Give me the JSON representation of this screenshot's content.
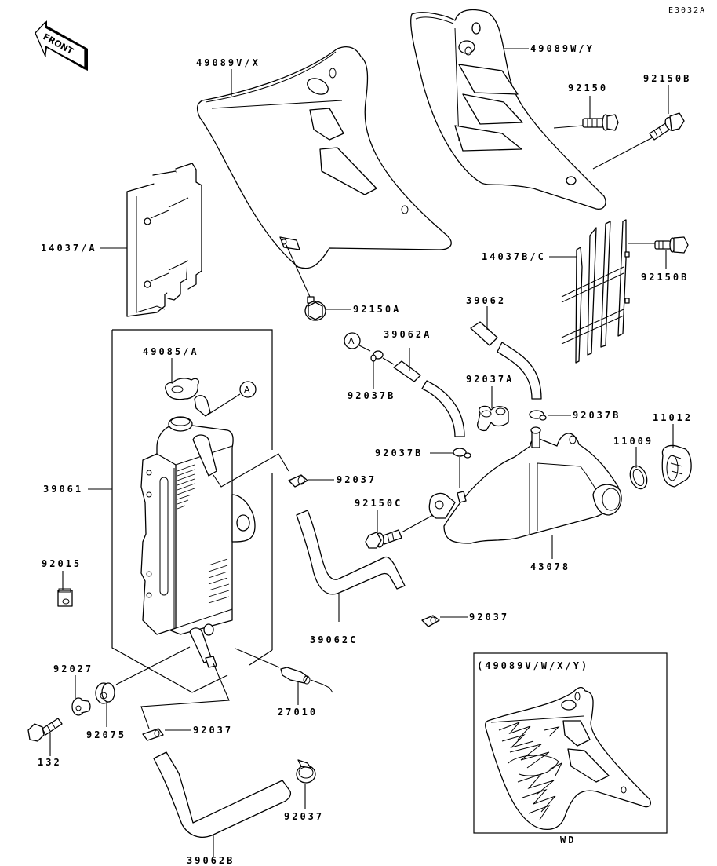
{
  "diagram": {
    "code": "E3032A",
    "front_indicator": "FRONT",
    "reference_marker": "A",
    "inset": {
      "title": "(49089V/W/X/Y)",
      "caption": "WD"
    },
    "parts": [
      {
        "id": "49089V/X",
        "name": "shroud-left"
      },
      {
        "id": "49089W/Y",
        "name": "shroud-right"
      },
      {
        "id": "92150",
        "name": "bolt"
      },
      {
        "id": "92150B",
        "name": "bolt-upper"
      },
      {
        "id": "14037/A",
        "name": "radiator-guard-left"
      },
      {
        "id": "14037B/C",
        "name": "radiator-guard-right"
      },
      {
        "id": "92150B",
        "name": "bolt-guard"
      },
      {
        "id": "92150A",
        "name": "bolt-shroud"
      },
      {
        "id": "39062",
        "name": "hose"
      },
      {
        "id": "39062A",
        "name": "hose-a"
      },
      {
        "id": "92037B",
        "name": "clamp-b-left"
      },
      {
        "id": "92037A",
        "name": "clamp-a"
      },
      {
        "id": "92037B",
        "name": "clamp-b-right"
      },
      {
        "id": "49085/A",
        "name": "radiator-cap"
      },
      {
        "id": "39061",
        "name": "radiator"
      },
      {
        "id": "92037",
        "name": "clamp-upper"
      },
      {
        "id": "92037B",
        "name": "clamp-b-tank"
      },
      {
        "id": "11012",
        "name": "tank-cap"
      },
      {
        "id": "11009",
        "name": "gasket"
      },
      {
        "id": "92150C",
        "name": "bolt-tank"
      },
      {
        "id": "43078",
        "name": "reserve-tank"
      },
      {
        "id": "92015",
        "name": "nut-clip"
      },
      {
        "id": "92037",
        "name": "clamp-mid"
      },
      {
        "id": "39062C",
        "name": "hose-c"
      },
      {
        "id": "92027",
        "name": "collar"
      },
      {
        "id": "92075",
        "name": "grommet"
      },
      {
        "id": "27010",
        "name": "switch"
      },
      {
        "id": "132",
        "name": "bolt-132"
      },
      {
        "id": "92037",
        "name": "clamp-lower-left"
      },
      {
        "id": "92037",
        "name": "clamp-lower-right"
      },
      {
        "id": "39062B",
        "name": "hose-b"
      }
    ]
  }
}
